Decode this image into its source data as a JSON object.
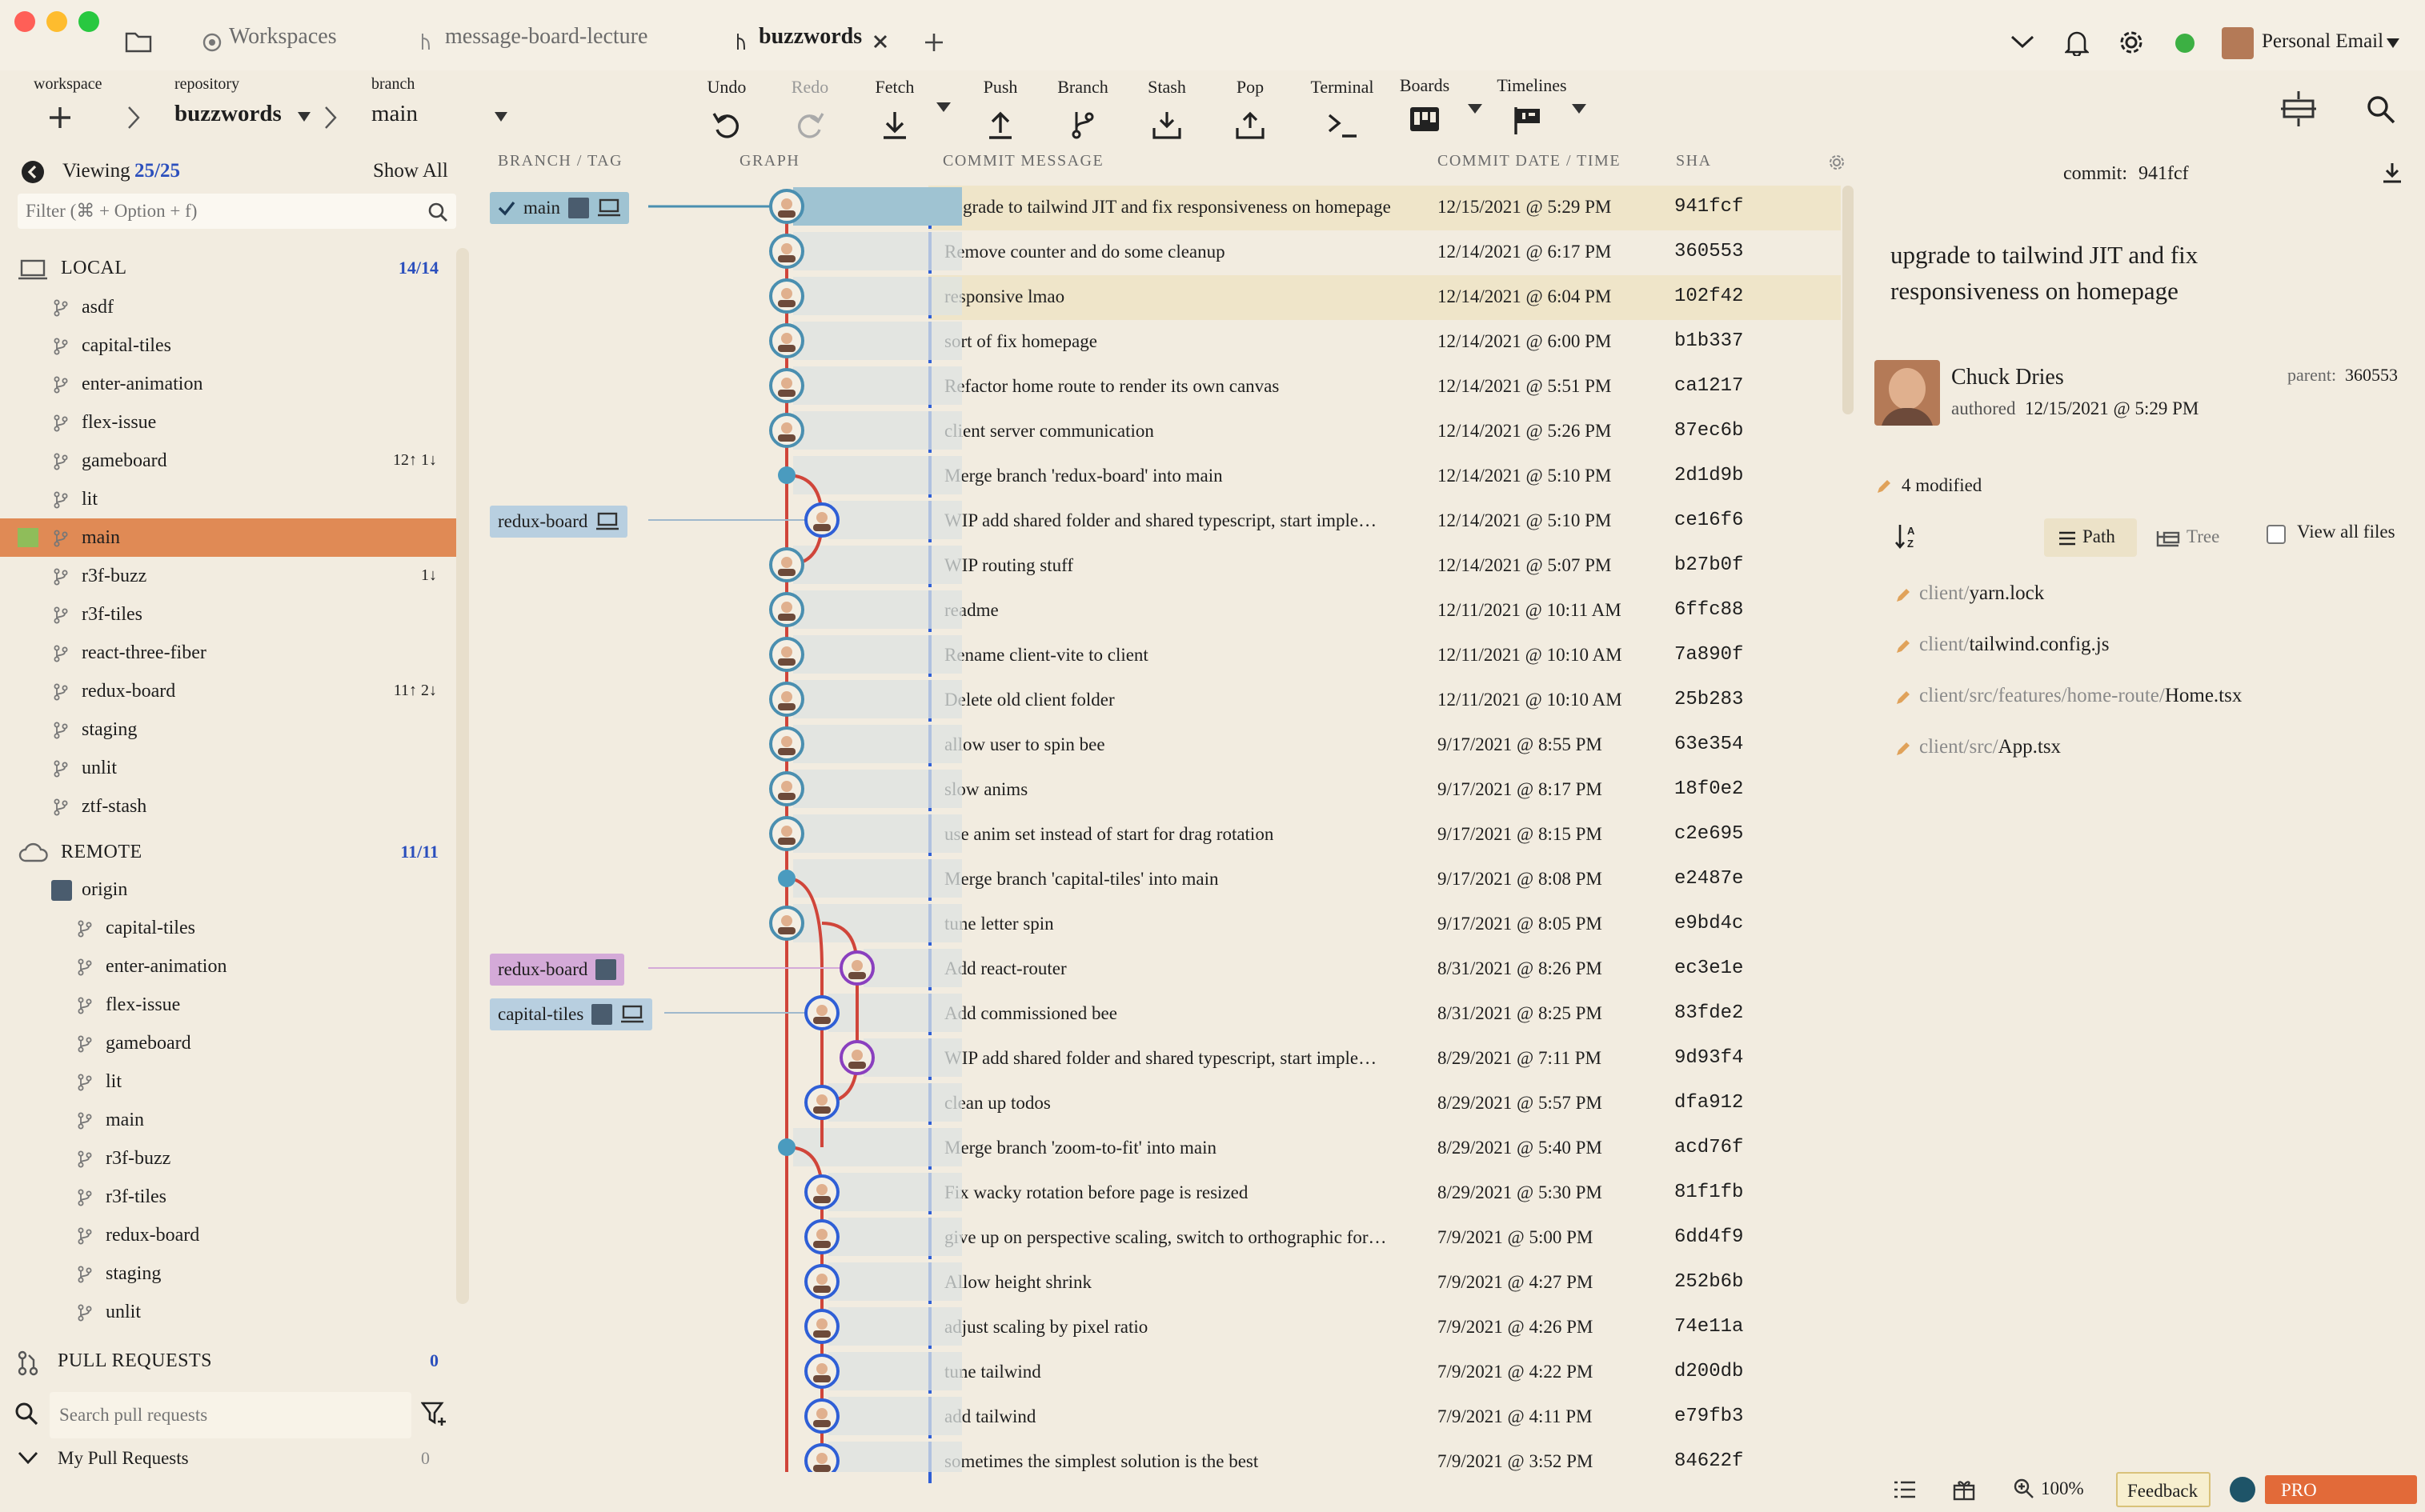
{
  "app": {
    "tabs": [
      {
        "label": "Workspaces"
      },
      {
        "label": "message-board-lecture"
      },
      {
        "label": "buzzwords"
      }
    ],
    "account_label": "Personal Email"
  },
  "toolbar": {
    "workspace_label": "workspace",
    "repository_label": "repository",
    "repository_value": "buzzwords",
    "branch_label": "branch",
    "branch_value": "main",
    "buttons": [
      {
        "label": "Undo"
      },
      {
        "label": "Redo"
      },
      {
        "label": "Fetch"
      },
      {
        "label": "Push"
      },
      {
        "label": "Branch"
      },
      {
        "label": "Stash"
      },
      {
        "label": "Pop"
      },
      {
        "label": "Terminal"
      },
      {
        "label": "Boards"
      },
      {
        "label": "Timelines"
      }
    ]
  },
  "sidebar": {
    "viewing_label": "Viewing",
    "viewing_count": "25/25",
    "show_all": "Show All",
    "filter_placeholder": "Filter (⌘ + Option + f)",
    "local": {
      "title": "LOCAL",
      "count": "14/14",
      "branches": [
        {
          "name": "asdf",
          "count": ""
        },
        {
          "name": "capital-tiles",
          "count": ""
        },
        {
          "name": "enter-animation",
          "count": ""
        },
        {
          "name": "flex-issue",
          "count": ""
        },
        {
          "name": "gameboard",
          "count": "12↑ 1↓"
        },
        {
          "name": "lit",
          "count": ""
        },
        {
          "name": "main",
          "count": ""
        },
        {
          "name": "r3f-buzz",
          "count": "1↓"
        },
        {
          "name": "r3f-tiles",
          "count": ""
        },
        {
          "name": "react-three-fiber",
          "count": ""
        },
        {
          "name": "redux-board",
          "count": "11↑ 2↓"
        },
        {
          "name": "staging",
          "count": ""
        },
        {
          "name": "unlit",
          "count": ""
        },
        {
          "name": "ztf-stash",
          "count": ""
        }
      ]
    },
    "remote": {
      "title": "REMOTE",
      "count": "11/11",
      "origin": "origin",
      "branches": [
        "capital-tiles",
        "enter-animation",
        "flex-issue",
        "gameboard",
        "lit",
        "main",
        "r3f-buzz",
        "r3f-tiles",
        "redux-board",
        "staging",
        "unlit"
      ]
    },
    "pull_requests": {
      "title": "PULL REQUESTS",
      "count": "0",
      "search_placeholder": "Search pull requests",
      "my_prs": "My Pull Requests",
      "my_prs_count": "0"
    }
  },
  "graph": {
    "headers": {
      "branch_tag": "BRANCH / TAG",
      "graph": "GRAPH",
      "message": "COMMIT MESSAGE",
      "date": "COMMIT DATE / TIME",
      "sha": "SHA"
    },
    "chips": [
      {
        "label": "main"
      },
      {
        "label": "redux-board"
      },
      {
        "label": "redux-board"
      },
      {
        "label": "capital-tiles"
      }
    ],
    "commits": [
      {
        "message": "upgrade to tailwind JIT and fix responsiveness on homepage",
        "date": "12/15/2021 @ 5:29 PM",
        "sha": "941fcf"
      },
      {
        "message": "Remove counter and do some cleanup",
        "date": "12/14/2021 @ 6:17 PM",
        "sha": "360553"
      },
      {
        "message": "responsive lmao",
        "date": "12/14/2021 @ 6:04 PM",
        "sha": "102f42"
      },
      {
        "message": "sort of fix homepage",
        "date": "12/14/2021 @ 6:00 PM",
        "sha": "b1b337"
      },
      {
        "message": "Refactor home route to render its own canvas",
        "date": "12/14/2021 @ 5:51 PM",
        "sha": "ca1217"
      },
      {
        "message": "client server communication",
        "date": "12/14/2021 @ 5:26 PM",
        "sha": "87ec6b"
      },
      {
        "message": "Merge branch 'redux-board' into main",
        "date": "12/14/2021 @ 5:10 PM",
        "sha": "2d1d9b"
      },
      {
        "message": "WIP add shared folder and shared typescript, start imple…",
        "date": "12/14/2021 @ 5:10 PM",
        "sha": "ce16f6"
      },
      {
        "message": "WIP routing stuff",
        "date": "12/14/2021 @ 5:07 PM",
        "sha": "b27b0f"
      },
      {
        "message": "readme",
        "date": "12/11/2021 @ 10:11 AM",
        "sha": "6ffc88"
      },
      {
        "message": "Rename client-vite to client",
        "date": "12/11/2021 @ 10:10 AM",
        "sha": "7a890f"
      },
      {
        "message": "Delete old client folder",
        "date": "12/11/2021 @ 10:10 AM",
        "sha": "25b283"
      },
      {
        "message": "allow user to spin bee",
        "date": "9/17/2021 @ 8:55 PM",
        "sha": "63e354"
      },
      {
        "message": "slow anims",
        "date": "9/17/2021 @ 8:17 PM",
        "sha": "18f0e2"
      },
      {
        "message": "use anim set instead of start for drag rotation",
        "date": "9/17/2021 @ 8:15 PM",
        "sha": "c2e695"
      },
      {
        "message": "Merge branch 'capital-tiles' into main",
        "date": "9/17/2021 @ 8:08 PM",
        "sha": "e2487e"
      },
      {
        "message": "tune letter spin",
        "date": "9/17/2021 @ 8:05 PM",
        "sha": "e9bd4c"
      },
      {
        "message": "Add react-router",
        "date": "8/31/2021 @ 8:26 PM",
        "sha": "ec3e1e"
      },
      {
        "message": "Add commissioned bee",
        "date": "8/31/2021 @ 8:25 PM",
        "sha": "83fde2"
      },
      {
        "message": "WIP add shared folder and shared typescript, start imple…",
        "date": "8/29/2021 @ 7:11 PM",
        "sha": "9d93f4"
      },
      {
        "message": "clean up todos",
        "date": "8/29/2021 @ 5:57 PM",
        "sha": "dfa912"
      },
      {
        "message": "Merge branch 'zoom-to-fit' into main",
        "date": "8/29/2021 @ 5:40 PM",
        "sha": "acd76f"
      },
      {
        "message": "Fix wacky rotation before page is resized",
        "date": "8/29/2021 @ 5:30 PM",
        "sha": "81f1fb"
      },
      {
        "message": "give up on perspective scaling, switch to orthographic for…",
        "date": "7/9/2021 @ 5:00 PM",
        "sha": "6dd4f9"
      },
      {
        "message": "Allow height shrink",
        "date": "7/9/2021 @ 4:27 PM",
        "sha": "252b6b"
      },
      {
        "message": "adjust scaling by pixel ratio",
        "date": "7/9/2021 @ 4:26 PM",
        "sha": "74e11a"
      },
      {
        "message": "tune tailwind",
        "date": "7/9/2021 @ 4:22 PM",
        "sha": "d200db"
      },
      {
        "message": "add tailwind",
        "date": "7/9/2021 @ 4:11 PM",
        "sha": "e79fb3"
      },
      {
        "message": "sometimes the simplest solution is the best",
        "date": "7/9/2021 @ 3:52 PM",
        "sha": "84622f"
      }
    ]
  },
  "detail": {
    "commit_label": "commit:",
    "commit_sha": "941fcf",
    "title": "upgrade to tailwind JIT and fix responsiveness on homepage",
    "author": "Chuck Dries",
    "authored_label": "authored",
    "authored_date": "12/15/2021 @ 5:29 PM",
    "parent_label": "parent:",
    "parent_sha": "360553",
    "modified": "4 modified",
    "path_btn": "Path",
    "tree_btn": "Tree",
    "view_all": "View all files",
    "files": [
      {
        "dir": "client/",
        "name": "yarn.lock"
      },
      {
        "dir": "client/",
        "name": "tailwind.config.js"
      },
      {
        "dir": "client/src/features/home-route/",
        "name": "Home.tsx"
      },
      {
        "dir": "client/src/",
        "name": "App.tsx"
      }
    ]
  },
  "statusbar": {
    "zoom": "100%",
    "feedback": "Feedback",
    "pro": "PRO"
  },
  "colors": {
    "accent_blue": "#2f5fd6",
    "main_lane": "#d0453a",
    "selected_branch": "#e08a55",
    "remote_chip": "#cfa2d4"
  }
}
